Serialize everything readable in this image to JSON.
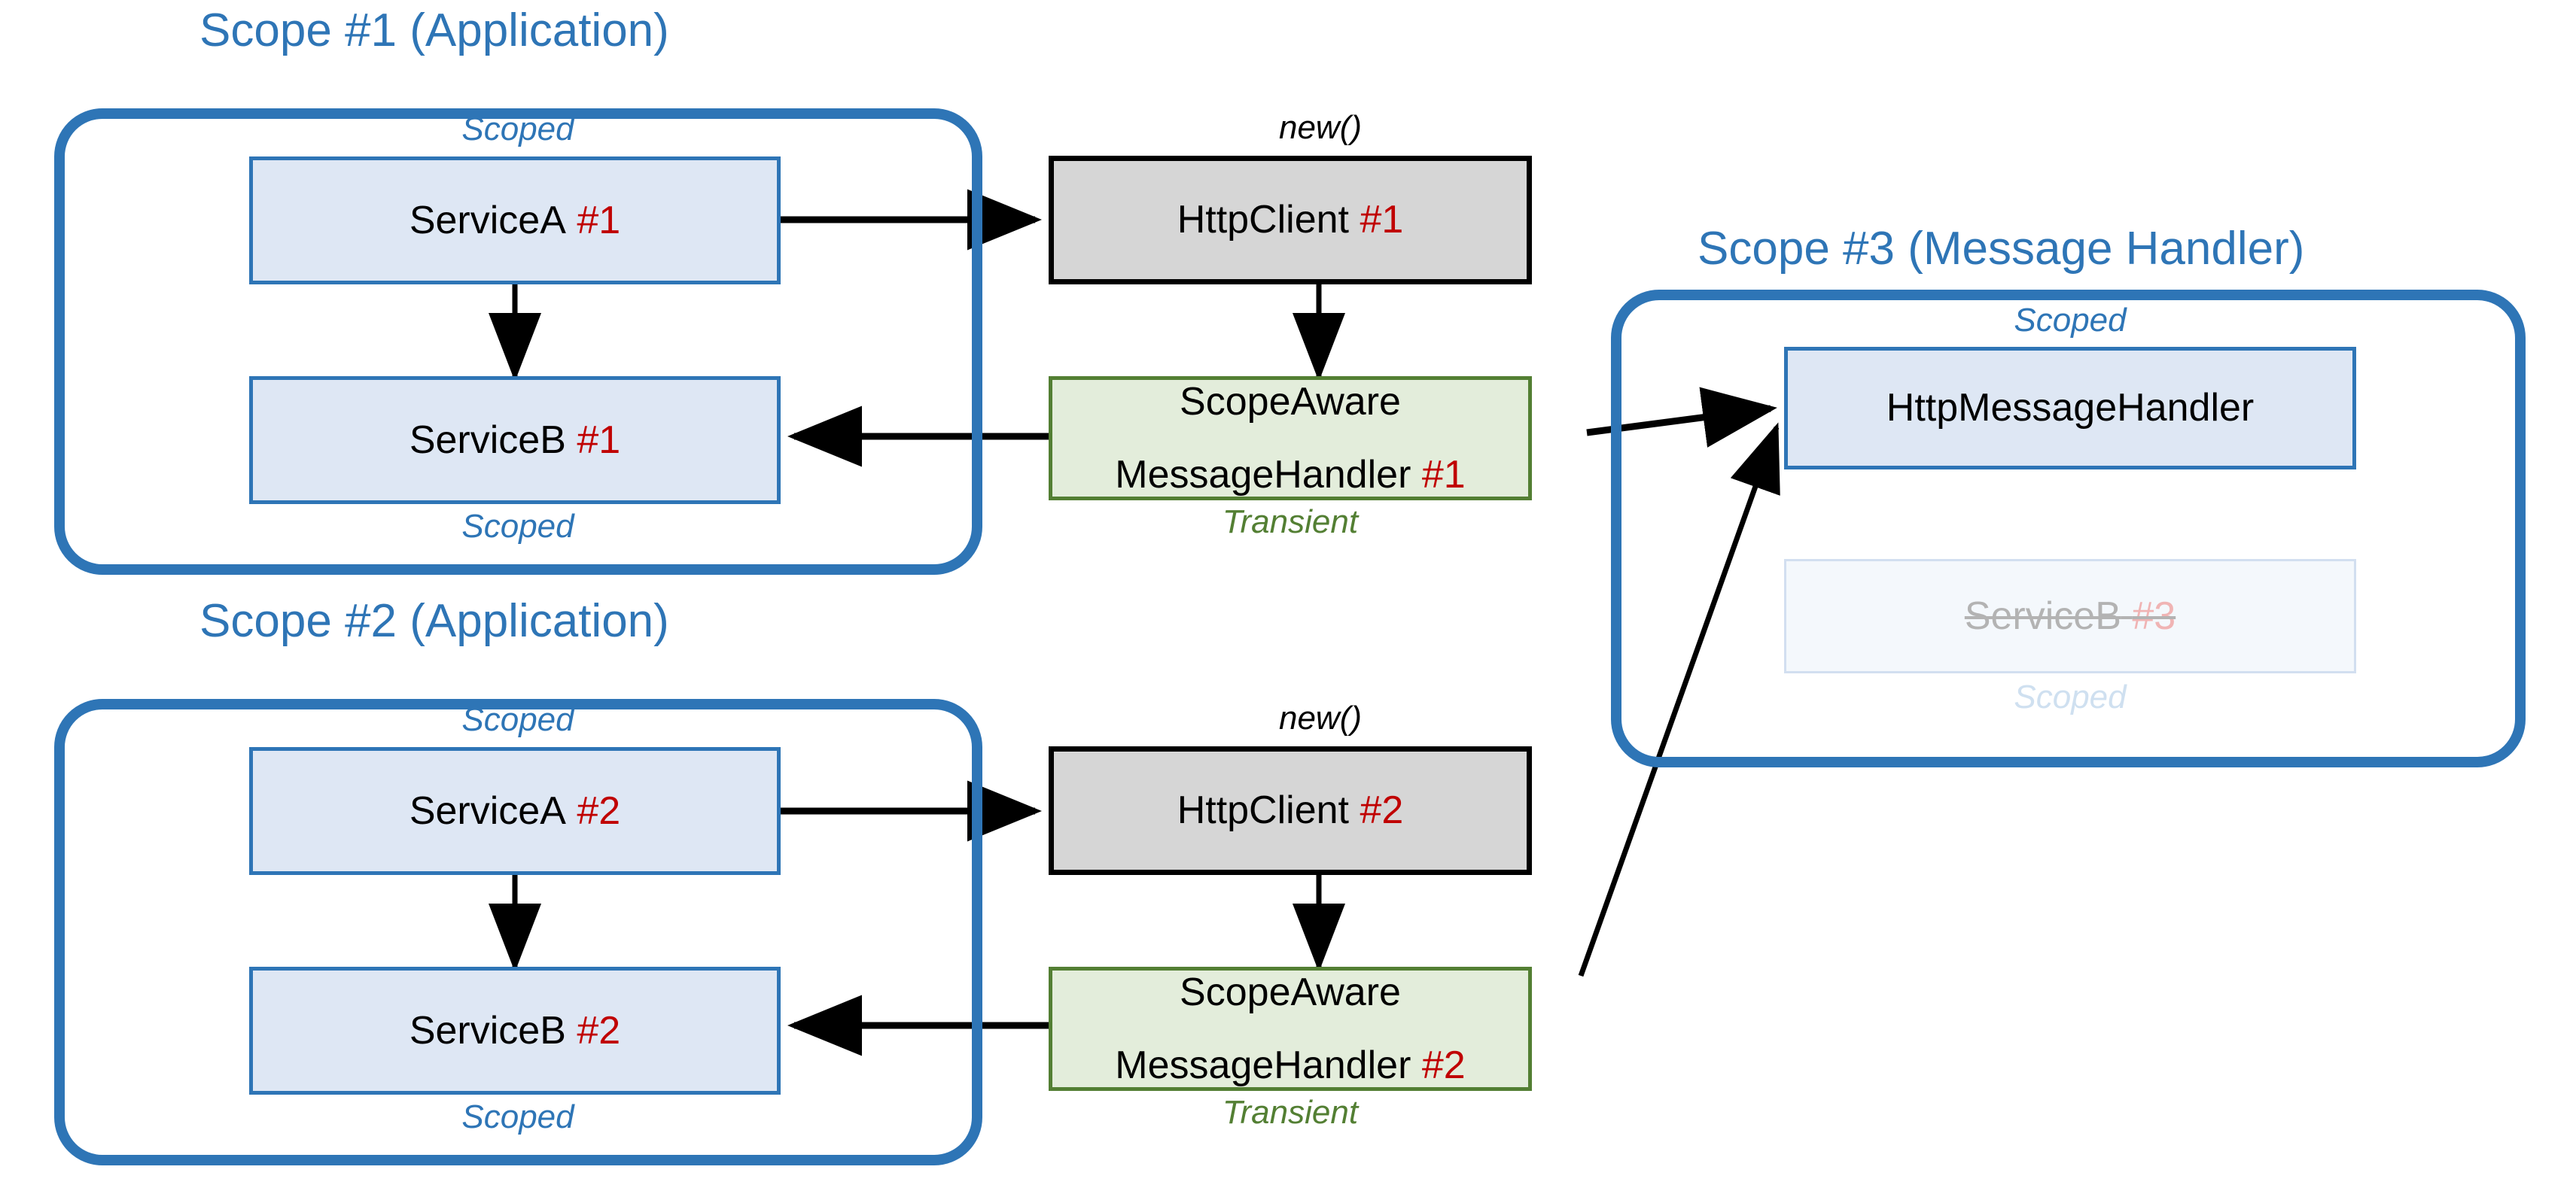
{
  "diagram": {
    "title": "HttpClient scope / message handler lifetime diagram",
    "colors": {
      "scope_blue": "#2E75B6",
      "node_blue_fill": "#DEE7F4",
      "node_grey_fill": "#D6D6D6",
      "node_green_fill": "#E3EDDB",
      "node_green_border": "#537F33",
      "index_red": "#C00000",
      "faded_grey": "#B3B3B3",
      "arrow_black": "#000000"
    },
    "scopes": [
      {
        "id": "scope1",
        "title": "Scope #1 (Application)"
      },
      {
        "id": "scope2",
        "title": "Scope #2 (Application)"
      },
      {
        "id": "scope3",
        "title": "Scope #3 (Message Handler)"
      }
    ],
    "nodes": {
      "service_a_1": {
        "name": "ServiceA",
        "index": "#1",
        "lifetime": "Scoped",
        "scope": "scope1"
      },
      "service_b_1": {
        "name": "ServiceB",
        "index": "#1",
        "lifetime": "Scoped",
        "scope": "scope1"
      },
      "http_client_1": {
        "name": "HttpClient",
        "index": "#1",
        "lifetime": "new()",
        "scope": null
      },
      "handler_1": {
        "line1": "ScopeAware",
        "line2": "MessageHandler",
        "index": "#1",
        "lifetime": "Transient",
        "scope": null
      },
      "service_a_2": {
        "name": "ServiceA",
        "index": "#2",
        "lifetime": "Scoped",
        "scope": "scope2"
      },
      "service_b_2": {
        "name": "ServiceB",
        "index": "#2",
        "lifetime": "Scoped",
        "scope": "scope2"
      },
      "http_client_2": {
        "name": "HttpClient",
        "index": "#2",
        "lifetime": "new()",
        "scope": null
      },
      "handler_2": {
        "line1": "ScopeAware",
        "line2": "MessageHandler",
        "index": "#2",
        "lifetime": "Transient",
        "scope": null
      },
      "http_message_handler": {
        "name": "HttpMessageHandler",
        "index": "",
        "lifetime": "Scoped",
        "scope": "scope3"
      },
      "service_b_3": {
        "name": "ServiceB",
        "index": "#3",
        "lifetime": "Scoped",
        "scope": "scope3",
        "state": "struck-out / unused"
      }
    },
    "labels": {
      "scoped": "Scoped",
      "transient": "Transient",
      "new_call": "new()"
    },
    "edges": [
      {
        "from": "service_a_1",
        "to": "http_client_1",
        "style": "solid-arrow"
      },
      {
        "from": "service_a_1",
        "to": "service_b_1",
        "style": "solid-arrow"
      },
      {
        "from": "http_client_1",
        "to": "handler_1",
        "style": "solid-arrow"
      },
      {
        "from": "handler_1",
        "to": "service_b_1",
        "style": "solid-arrow"
      },
      {
        "from": "handler_1",
        "to": "http_message_handler",
        "style": "solid-arrow"
      },
      {
        "from": "service_a_2",
        "to": "http_client_2",
        "style": "solid-arrow"
      },
      {
        "from": "service_a_2",
        "to": "service_b_2",
        "style": "solid-arrow"
      },
      {
        "from": "http_client_2",
        "to": "handler_2",
        "style": "solid-arrow"
      },
      {
        "from": "handler_2",
        "to": "service_b_2",
        "style": "solid-arrow"
      },
      {
        "from": "handler_2",
        "to": "http_message_handler",
        "style": "solid-arrow"
      }
    ]
  }
}
